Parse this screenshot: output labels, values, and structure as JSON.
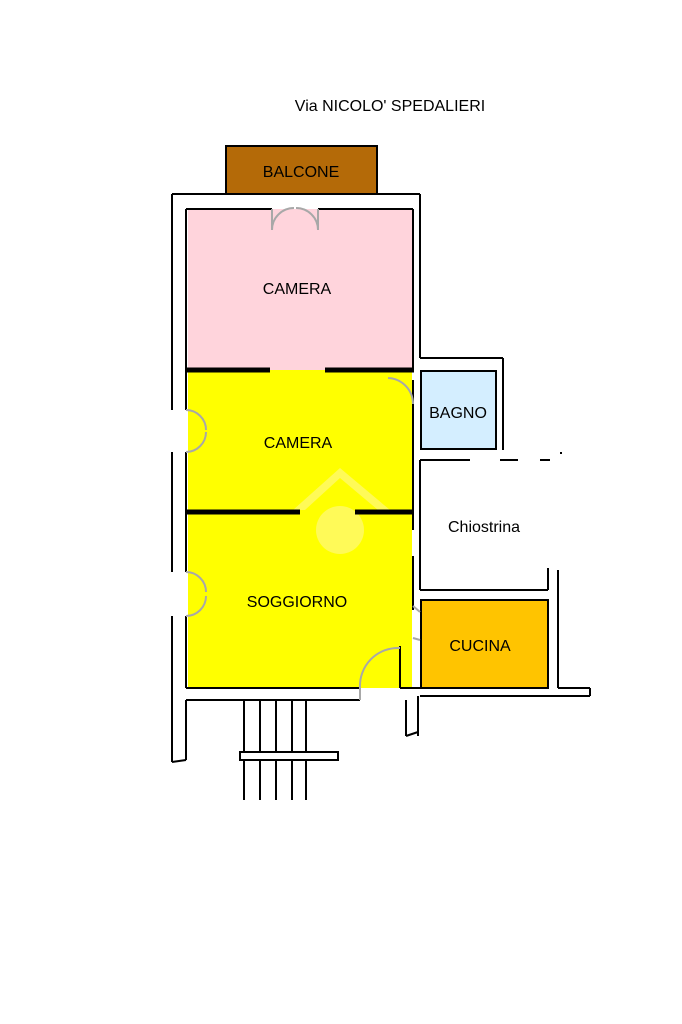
{
  "street": "Via NICOLO' SPEDALIERI",
  "rooms": [
    {
      "id": "balcone",
      "label": "BALCONE",
      "fill": "#b46a08"
    },
    {
      "id": "camera-1",
      "label": "CAMERA",
      "fill": "#ffd4dc"
    },
    {
      "id": "camera-2",
      "label": "CAMERA",
      "fill": "#ffff00"
    },
    {
      "id": "soggiorno",
      "label": "SOGGIORNO",
      "fill": "#ffff00"
    },
    {
      "id": "bagno",
      "label": "BAGNO",
      "fill": "#d4eeff"
    },
    {
      "id": "chiostrina",
      "label": "Chiostrina",
      "fill": "#ffffff"
    },
    {
      "id": "cucina",
      "label": "CUCINA",
      "fill": "#ffc400"
    }
  ],
  "colors": {
    "wall": "#000000",
    "door_arc": "#a8a8a8",
    "watermark": "#ffffff"
  }
}
